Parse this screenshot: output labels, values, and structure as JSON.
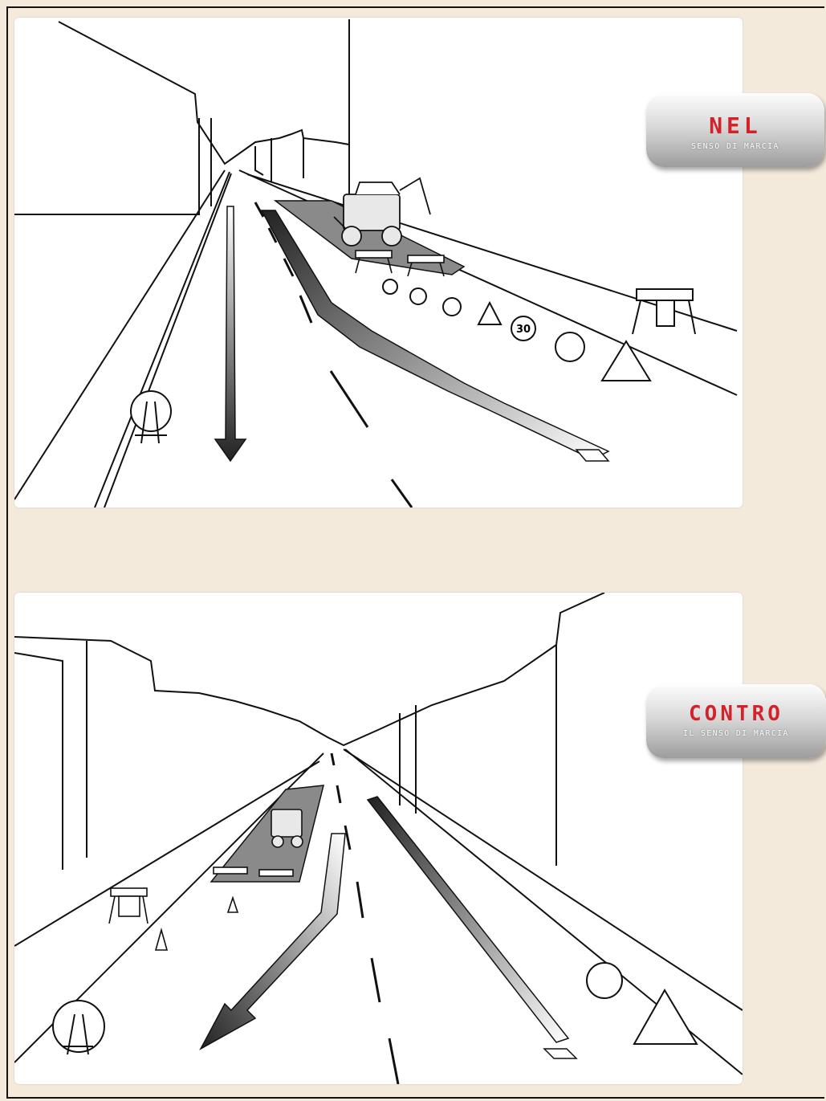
{
  "top_panel": {
    "badge": {
      "title": "NEL",
      "subtitle": "SENSO DI MARCIA"
    },
    "speed_limit": "30"
  },
  "bottom_panel": {
    "badge": {
      "title": "CONTRO",
      "subtitle": "IL SENSO DI MARCIA"
    }
  },
  "colors": {
    "background": "#f3eadc",
    "badge_text": "#d2232a",
    "worksite_area": "#8a8a8a",
    "line": "#111111"
  },
  "icons": [
    "excavator-icon",
    "barrier-icon",
    "traffic-cone-icon",
    "road-works-sign-icon",
    "no-overtaking-sign-icon",
    "speed-limit-sign-icon",
    "narrowing-sign-icon",
    "keep-right-sign-icon",
    "arrow-icon"
  ]
}
